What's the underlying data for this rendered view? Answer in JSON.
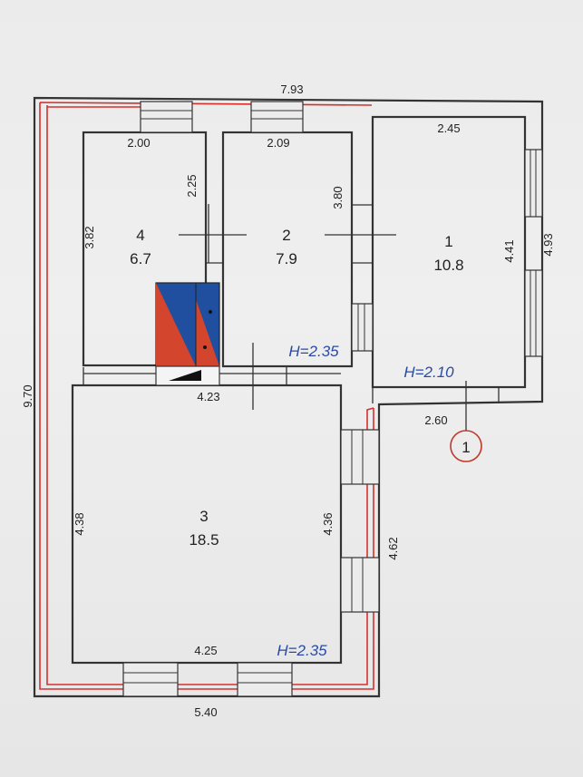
{
  "colors": {
    "outline": "#d4312e",
    "height_text": "#2a4aa6",
    "stove_red": "#d4452e",
    "stove_blue": "#1f4f9e"
  },
  "overall": {
    "top_width": "7.93",
    "left_height": "9.70",
    "bottom_width": "5.40",
    "right_upper": "4.93",
    "right_lower": "4.62",
    "step": "2.60"
  },
  "rooms": {
    "r1": {
      "number": "1",
      "area": "10.8",
      "width": "2.45",
      "depth": "4.41",
      "height": "H=2.10"
    },
    "r2": {
      "number": "2",
      "area": "7.9",
      "width": "2.09",
      "depth": "3.80",
      "height": "H=2.35"
    },
    "r3": {
      "number": "3",
      "area": "18.5",
      "top": "4.23",
      "bottom": "4.25",
      "left": "4.38",
      "right": "4.36",
      "height": "H=2.35"
    },
    "r4": {
      "number": "4",
      "area": "6.7",
      "width": "2.00",
      "depth": "3.82",
      "inner": "2.25"
    }
  },
  "marker": {
    "label": "1"
  }
}
